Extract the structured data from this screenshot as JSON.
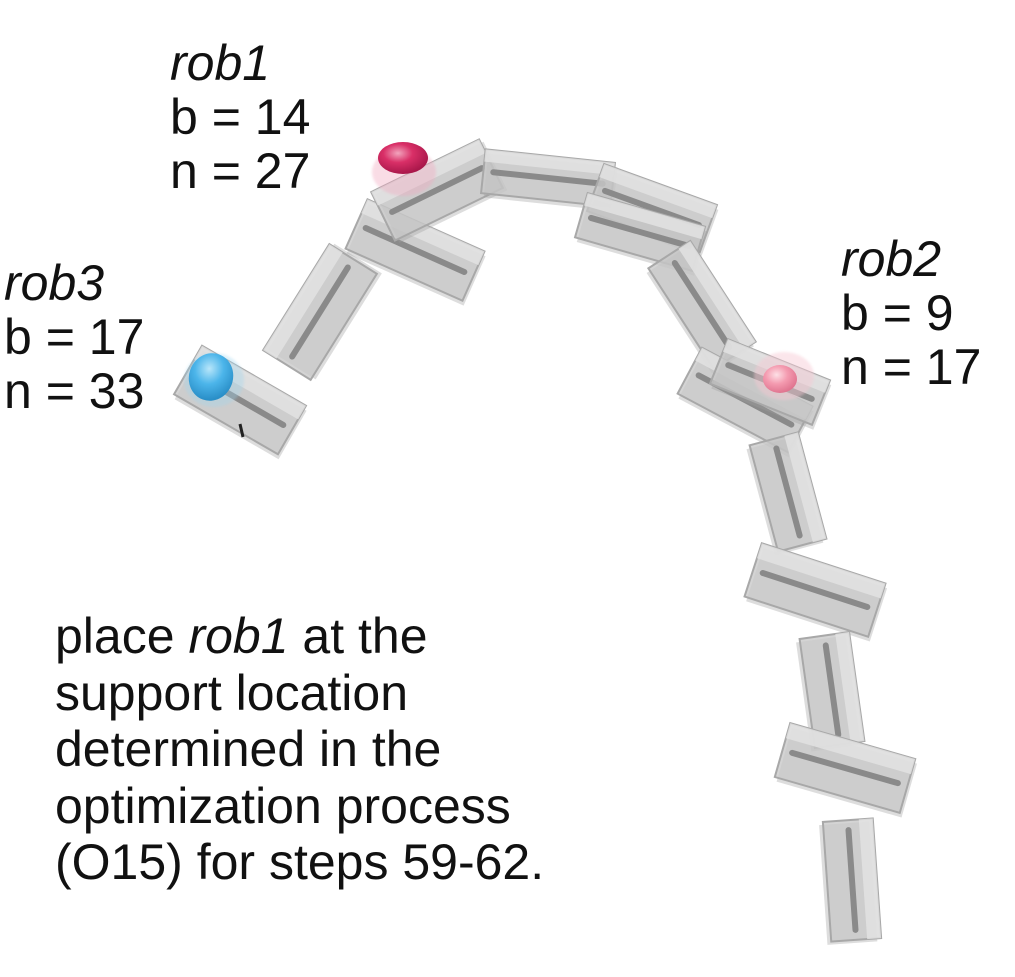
{
  "robots": [
    {
      "id": "rob1",
      "name": "rob1",
      "b": "b = 14",
      "n": "n = 27",
      "color": "#d92f67"
    },
    {
      "id": "rob2",
      "name": "rob2",
      "b": "b = 9",
      "n": "n = 17",
      "color": "#f07c96"
    },
    {
      "id": "rob3",
      "name": "rob3",
      "b": "b = 17",
      "n": "n = 33",
      "color": "#3faee5"
    }
  ],
  "caption": {
    "line1_pre": "place ",
    "line1_em": "rob1",
    "line1_post": " at the",
    "line2": "support location",
    "line3": "determined in the",
    "line4": "optimization process",
    "line5": "(O15) for steps 59-62."
  },
  "colors": {
    "block_fill": "#c8c8c8",
    "block_edge": "#a8a8a8",
    "centerline": "#8a8a8a",
    "rob1_marker": "#d92f67",
    "rob2_marker": "#f07c96",
    "rob3_marker": "#3faee5"
  }
}
